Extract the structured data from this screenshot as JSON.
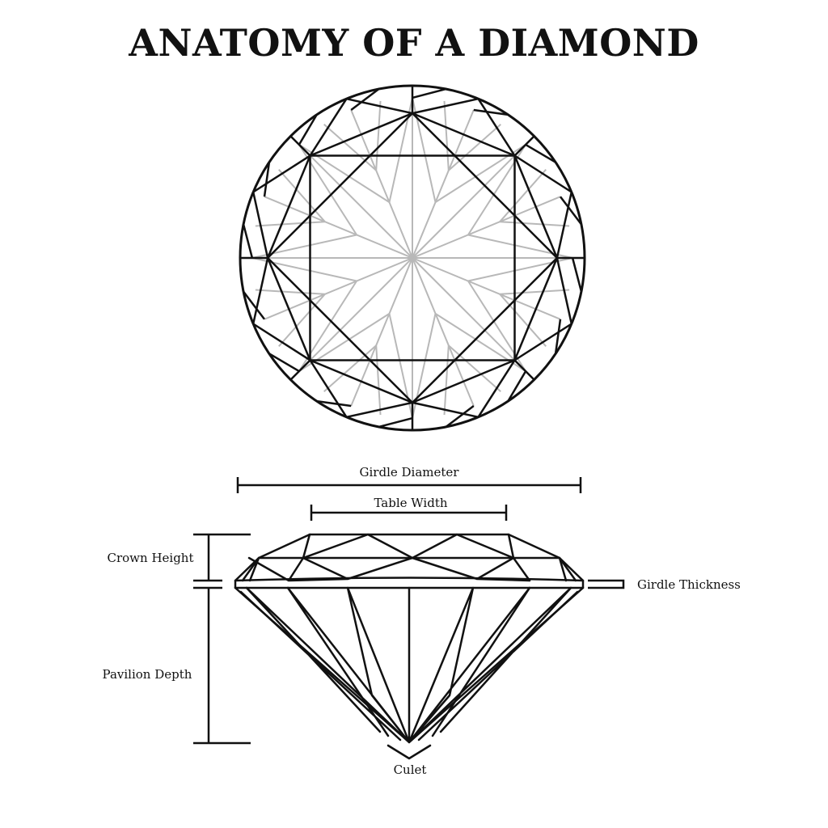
{
  "title": "ANATOMY OF A DIAMOND",
  "labels": {
    "girdle_diameter": "Girdle Diameter",
    "table_width": "Table Width",
    "crown_height": "Crown Height",
    "girdle_thickness": "Girdle Thickness",
    "pavilion_depth": "Pavilion Depth",
    "culet": "Culet"
  },
  "colors": {
    "line": "#111111",
    "light_facet": "#b8b8b8",
    "background": "#ffffff"
  }
}
